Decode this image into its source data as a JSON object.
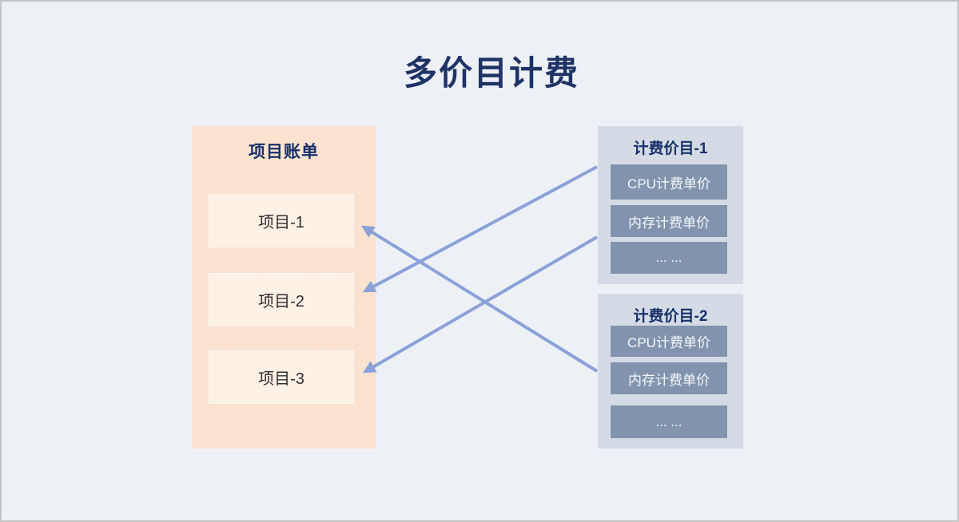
{
  "page": {
    "title": "多价目计费",
    "background": "#edf1f6",
    "border_color": "#c1c3c5",
    "title_color": "#1e3365"
  },
  "colors": {
    "arrow": "#8ba1d9",
    "bill_panel_bg": "#fce3d0",
    "bill_item_bg": "#fdf0e5",
    "price_panel_bg": "#d5dbe5",
    "price_row_bg": "#8294ad",
    "panel_title_color": "#17306b"
  },
  "bill_panel": {
    "title": "项目账单",
    "items": [
      {
        "label": "项目-1"
      },
      {
        "label": "项目-2"
      },
      {
        "label": "项目-3"
      }
    ]
  },
  "price_panels": [
    {
      "title": "计费价目-1",
      "rows": [
        "CPU计费单价",
        "内存计费单价",
        "... ..."
      ]
    },
    {
      "title": "计费价目-2",
      "rows": [
        "CPU计费单价",
        "内存计费单价",
        "... ..."
      ]
    }
  ],
  "connections": [
    {
      "from": "计费价目-1",
      "to": "项目-2"
    },
    {
      "from": "计费价目-1",
      "to": "项目-3"
    },
    {
      "from": "计费价目-2",
      "to": "项目-1"
    }
  ]
}
